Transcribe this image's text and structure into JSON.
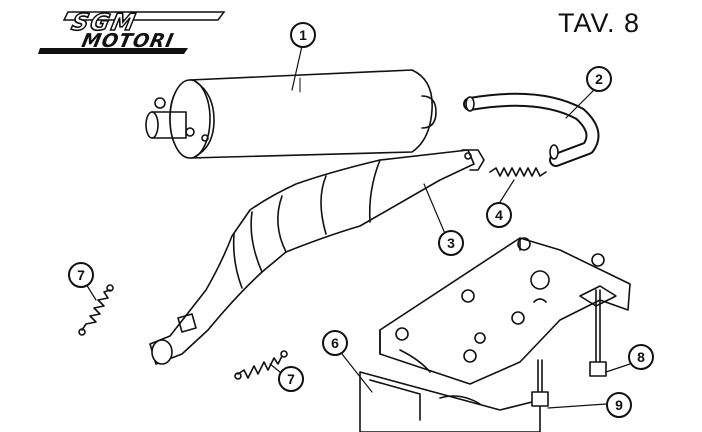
{
  "plate_title": "TAV. 8",
  "logo": {
    "brand_main": "SGM",
    "brand_sub": "MOTORI",
    "tagline": ""
  },
  "callouts": [
    "1",
    "2",
    "3",
    "4",
    "7",
    "7",
    "6",
    "8",
    "9"
  ],
  "parts": [
    {
      "ref": "1",
      "item": "silencer"
    },
    {
      "ref": "2",
      "item": "rubber hose"
    },
    {
      "ref": "3",
      "item": "expansion chamber"
    },
    {
      "ref": "4",
      "item": "spring"
    },
    {
      "ref": "6",
      "item": "mounting bracket"
    },
    {
      "ref": "7",
      "item": "spring"
    },
    {
      "ref": "8",
      "item": "screw"
    },
    {
      "ref": "9",
      "item": "screw"
    }
  ],
  "colors": {
    "ink": "#111111",
    "paper": "#ffffff"
  }
}
